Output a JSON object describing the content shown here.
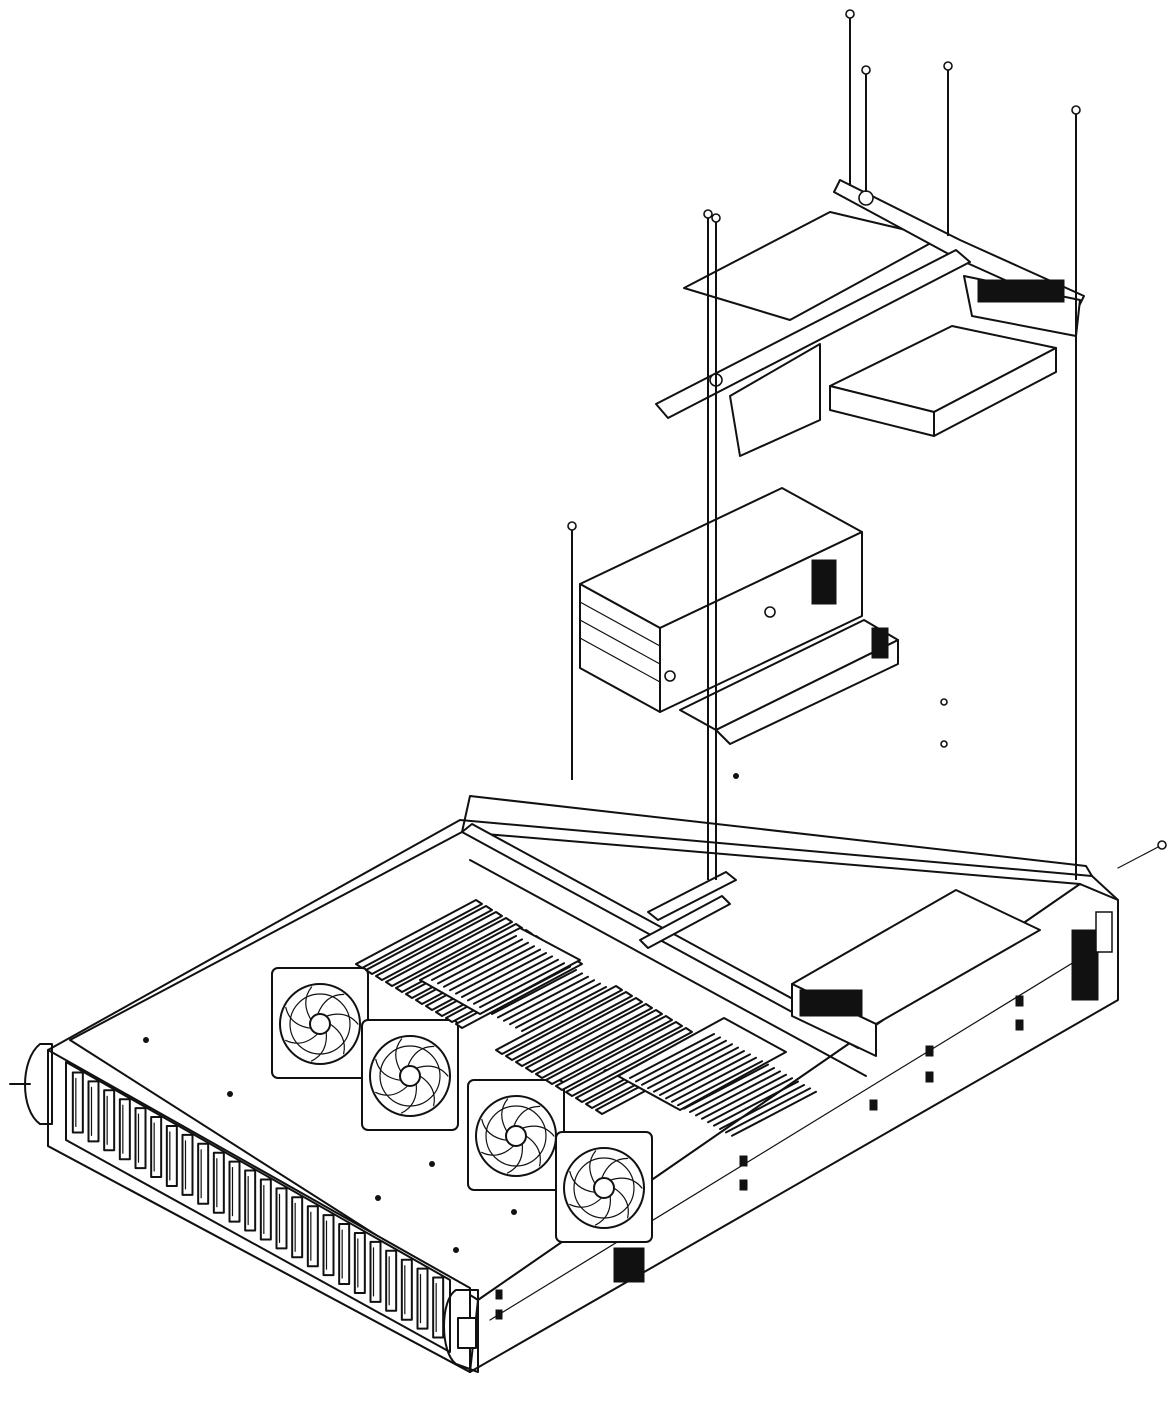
{
  "diagram": {
    "kind": "exploded isometric assembly drawing",
    "colors": {
      "line": "#111111",
      "background": "#ffffff"
    },
    "parts": [
      "chassis",
      "front-drive-bays",
      "cooling-fans",
      "memory-modules",
      "cpu-heatsinks",
      "lower-riser-cage",
      "upper-riser-cage",
      "power-supply-area",
      "screws"
    ]
  }
}
